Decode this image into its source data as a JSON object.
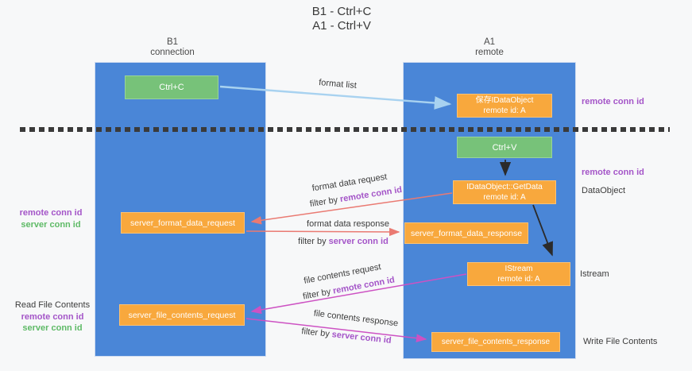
{
  "title": {
    "line1": "B1 - Ctrl+C",
    "line2": "A1 - Ctrl+V"
  },
  "lifelines": {
    "left": {
      "title": "B1",
      "subtitle": "connection"
    },
    "right": {
      "title": "A1",
      "subtitle": "remote"
    }
  },
  "boxes": {
    "ctrl_c": {
      "label": "Ctrl+C"
    },
    "ctrl_v": {
      "label": "Ctrl+V"
    },
    "save_idataobject": {
      "line1": "保存IDataObject",
      "line2": "remote id: A"
    },
    "idataobject_getdata": {
      "line1": "IDataObject::GetData",
      "line2": "remote id: A"
    },
    "istream": {
      "line1": "IStream",
      "line2": "remote id: A"
    },
    "server_format_data_request": {
      "label": "server_format_data_request"
    },
    "server_format_data_response": {
      "label": "server_format_data_response"
    },
    "server_file_contents_request": {
      "label": "server_file_contents_request"
    },
    "server_file_contents_response": {
      "label": "server_file_contents_response"
    }
  },
  "arrows": {
    "format_list": {
      "label": "format list"
    },
    "format_data_request": {
      "label": "format data request",
      "filter_prefix": "filter by",
      "filter_key": "remote conn id"
    },
    "format_data_response": {
      "label": "format data response",
      "filter_prefix": "filter by",
      "filter_key": "server conn id"
    },
    "file_contents_request": {
      "label": "file contents request",
      "filter_prefix": "filter by",
      "filter_key": "remote conn id"
    },
    "file_contents_response": {
      "label": "file contents response",
      "filter_prefix": "filter by",
      "filter_key": "server conn id"
    }
  },
  "side_labels": {
    "left_format": {
      "remote": "remote conn id",
      "server": "server conn id"
    },
    "left_file": {
      "title": "Read File Contents",
      "remote": "remote conn id",
      "server": "server conn id"
    },
    "right_top": "remote conn id",
    "right_ctrl_v": "remote conn id",
    "right_dataobject": "DataObject",
    "right_istream": "Istream",
    "right_write": "Write File Contents"
  },
  "colors": {
    "lifeline_blue": "#4a86d7",
    "action_green": "#77c279",
    "message_orange": "#f8a83d",
    "arrow_light_blue": "#a8d2f0",
    "arrow_salmon": "#ea7a72",
    "arrow_magenta": "#cd52c3",
    "arrow_black": "#2b2b2b",
    "remote_conn_id_purple": "#a455c8",
    "server_conn_id_green": "#5eba66",
    "background": "#f7f8f9",
    "divider_dash": "#3a3a3a"
  }
}
